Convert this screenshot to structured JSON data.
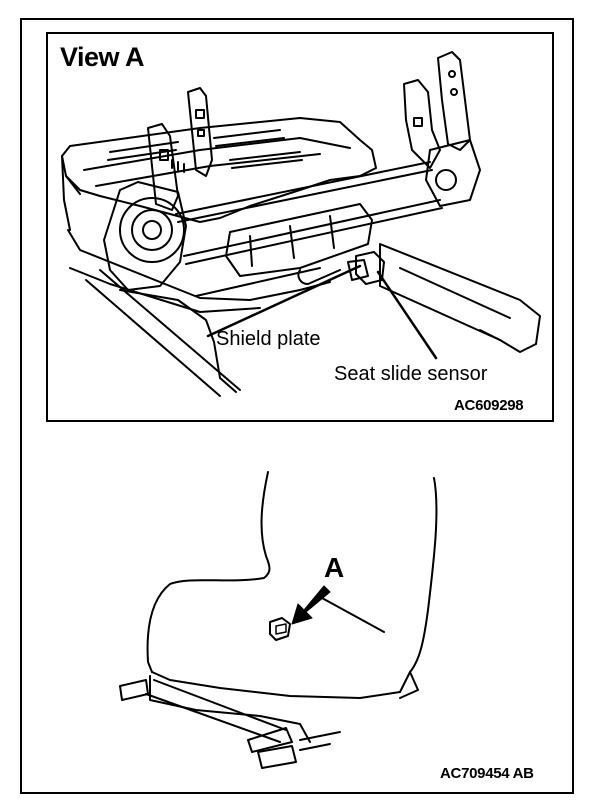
{
  "detail_view": {
    "title": "View A",
    "callouts": {
      "shield_plate": "Shield plate",
      "seat_slide_sensor": "Seat slide sensor"
    },
    "figure_code": "AC609298"
  },
  "overview": {
    "view_marker": "A",
    "figure_code": "AC709454 AB"
  }
}
